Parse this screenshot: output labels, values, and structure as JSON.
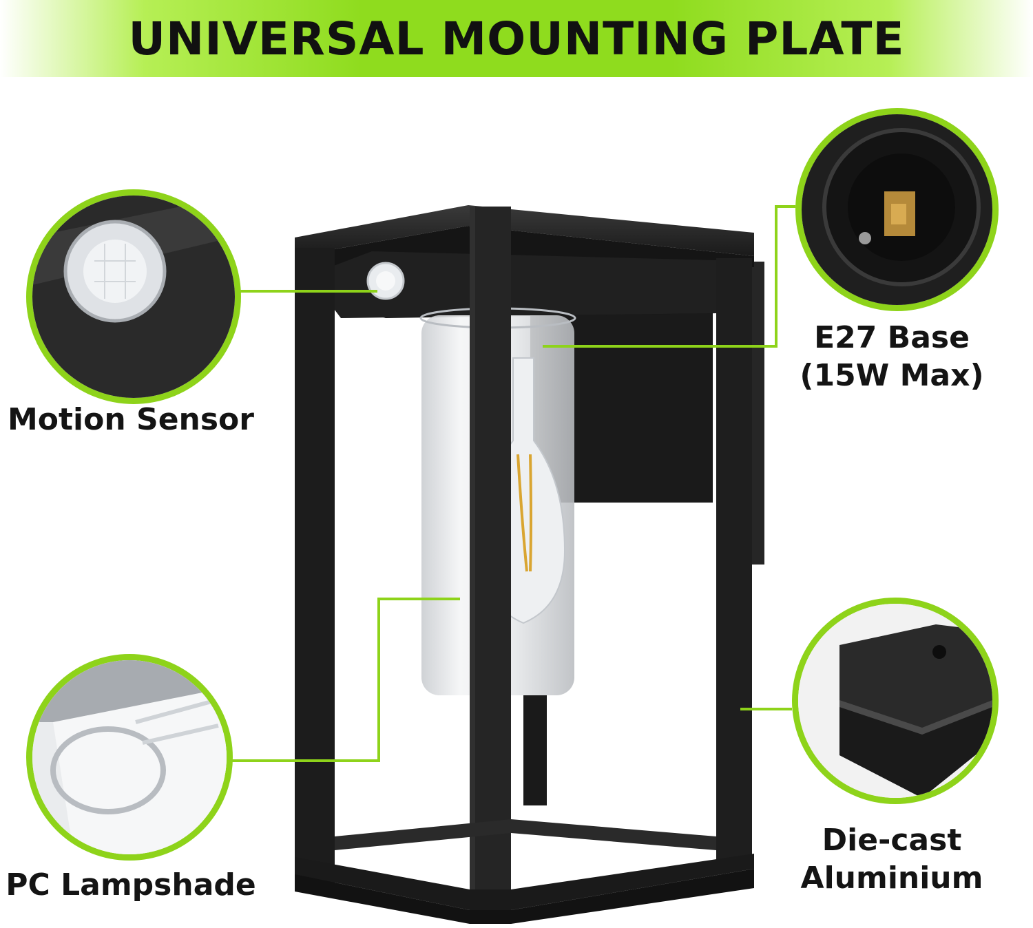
{
  "banner": {
    "title": "UNIVERSAL MOUNTING PLATE"
  },
  "callouts": {
    "motion_sensor": "Motion Sensor",
    "e27_base_line1": "E27 Base",
    "e27_base_line2": "(15W Max)",
    "pc_lampshade": "PC Lampshade",
    "die_cast_line1": "Die-cast",
    "die_cast_line2": "Aluminium"
  },
  "colors": {
    "accent": "#8ed31a",
    "frame": "#1c1c1c",
    "text": "#141414"
  }
}
